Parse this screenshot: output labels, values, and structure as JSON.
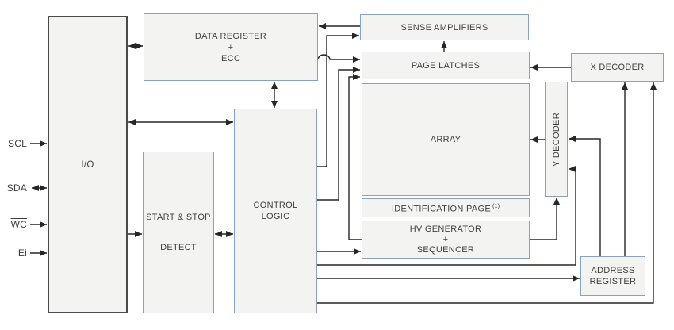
{
  "blocks": {
    "io": {
      "label": "I/O"
    },
    "data_register": {
      "lines": [
        "DATA REGISTER",
        "+",
        "ECC"
      ]
    },
    "start_stop": {
      "lines": [
        "START & STOP",
        "DETECT"
      ]
    },
    "control_logic": {
      "lines": [
        "CONTROL",
        "LOGIC"
      ]
    },
    "sense_amplifiers": {
      "label": "SENSE AMPLIFIERS"
    },
    "page_latches": {
      "label": "PAGE LATCHES"
    },
    "array": {
      "label": "ARRAY"
    },
    "identification_page": {
      "label": "IDENTIFICATION PAGE",
      "superscript": "(1)"
    },
    "hv_generator": {
      "lines": [
        "HV GENERATOR",
        "+",
        "SEQUENCER"
      ]
    },
    "x_decoder": {
      "label": "X DECODER"
    },
    "y_decoder": {
      "label": "Y DECODER"
    },
    "address_register": {
      "lines": [
        "ADDRESS",
        "REGISTER"
      ]
    }
  },
  "signals": [
    {
      "label": "SCL",
      "overline": false,
      "direction": "in"
    },
    {
      "label": "SDA",
      "overline": false,
      "direction": "bidirectional"
    },
    {
      "label": "WC",
      "overline": true,
      "direction": "in"
    },
    {
      "label": "Ei",
      "overline": false,
      "direction": "in"
    }
  ],
  "colors": {
    "background": "#ffffff",
    "block_fill": "#f3f3f2",
    "block_border": "#86a2bc",
    "io_border": "#4a4a4a",
    "wire": "#262626",
    "text": "#404040"
  }
}
